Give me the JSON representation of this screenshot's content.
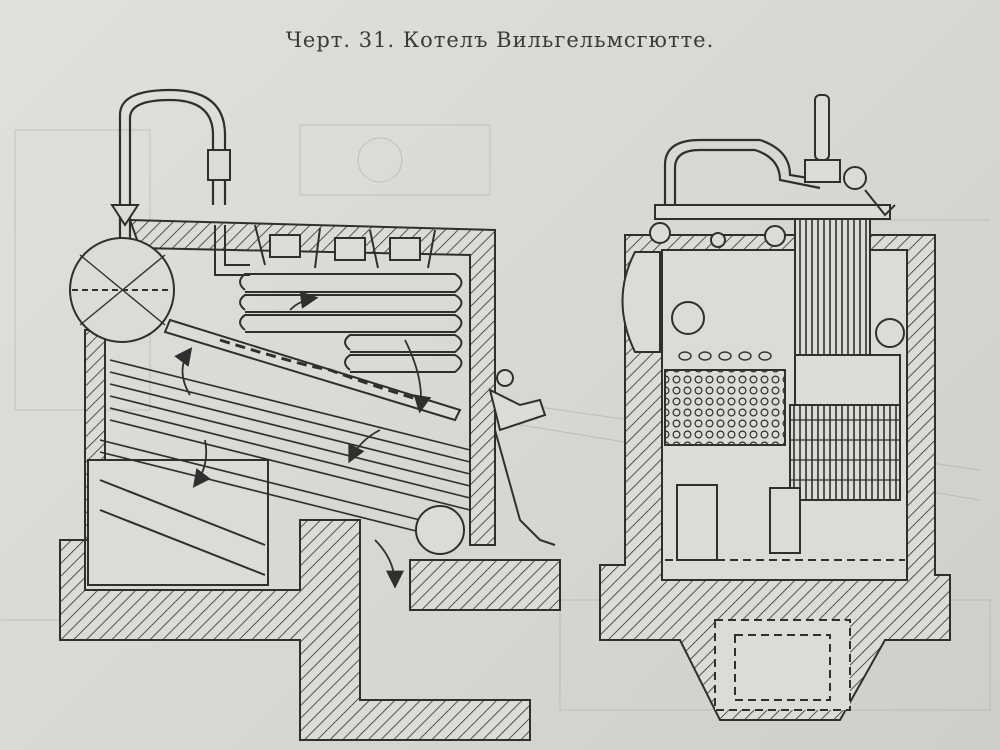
{
  "caption": "Черт. 31. Котелъ Вильгельмсгютте.",
  "colors": {
    "paper": "#dcdbd5",
    "ink": "#2f2f2f",
    "faint_ink": "#a9a9a6"
  },
  "figures": [
    {
      "name": "side-section-view"
    },
    {
      "name": "front-section-view"
    }
  ]
}
